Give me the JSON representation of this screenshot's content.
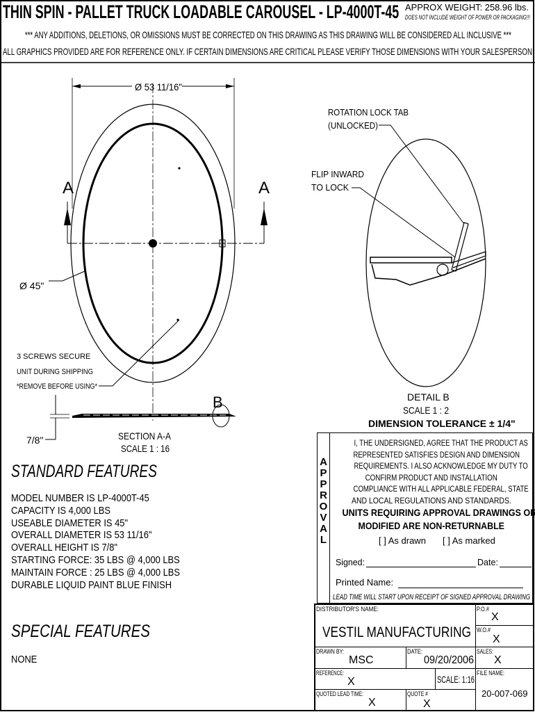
{
  "header": {
    "title": "THIN SPIN - PALLET TRUCK LOADABLE CAROUSEL - LP-4000T-45",
    "approx_weight": "APPROX WEIGHT: 258.96 lbs.",
    "weight_note": "DOES NOT INCLUDE WEIGHT OF POWER OR PACKAGING!!!",
    "notice_1": "*** ANY ADDITIONS, DELETIONS, OR OMISSIONS MUST BE CORRECTED ON THIS DRAWING AS THIS DRAWING WILL BE CONSIDERED ALL INCLUSIVE ***",
    "notice_2": "ALL GRAPHICS PROVIDED ARE FOR REFERENCE ONLY. IF CERTAIN DIMENSIONS ARE CRITICAL PLEASE VERIFY THOSE DIMENSIONS WITH YOUR SALESPERSON"
  },
  "drawing": {
    "overall_diameter": "Ø 53 11/16\"",
    "useable_diameter": "Ø 45\"",
    "section_marker": "A",
    "screws_note": [
      "3 SCREWS SECURE",
      "UNIT DURING SHIPPING",
      "*REMOVE BEFORE USING*"
    ],
    "height_dim": "7/8\"",
    "detail_marker": "B",
    "section_label": "SECTION A-A",
    "section_scale": "SCALE 1 : 16",
    "rotation_lock": [
      "ROTATION LOCK TAB",
      "(UNLOCKED)"
    ],
    "flip_inward": [
      "FLIP INWARD",
      "TO LOCK"
    ],
    "detail_label": "DETAIL B",
    "detail_scale": "SCALE 1 : 2",
    "tolerance": "DIMENSION TOLERANCE ± 1/4\""
  },
  "standard_features": {
    "heading": "STANDARD FEATURES",
    "items": [
      "MODEL NUMBER IS LP-4000T-45",
      "CAPACITY IS 4,000 LBS",
      "USEABLE DIAMETER IS 45\"",
      "OVERALL DIAMETER IS 53 11/16\"",
      "OVERALL HEIGHT IS 7/8\"",
      "STARTING FORCE: 35 LBS @ 4,000 LBS",
      "MAINTAIN FORCE : 25 LBS @ 4,000 LBS",
      "DURABLE LIQUID PAINT BLUE FINISH"
    ]
  },
  "special_features": {
    "heading": "SPECIAL FEATURES",
    "items": [
      "NONE"
    ]
  },
  "approval": {
    "letters": [
      "A",
      "P",
      "P",
      "R",
      "O",
      "V",
      "A",
      "L"
    ],
    "statement": [
      "I, THE UNDERSIGNED, AGREE THAT THE PRODUCT AS",
      "REPRESENTED SATISFIES DESIGN AND DIMENSION",
      "REQUIREMENTS.  I ALSO ACKNOWLEDGE MY DUTY TO",
      "CONFIRM PRODUCT AND INSTALLATION",
      "COMPLIANCE WITH ALL APPLICABLE FEDERAL, STATE",
      "AND LOCAL REGULATIONS AND STANDARDS."
    ],
    "warning": [
      "UNITS REQUIRING APPROVAL DRAWINGS OR",
      "MODIFIED ARE NON-RETURNABLE"
    ],
    "as_drawn": "[   ] As drawn",
    "as_marked": "[   ] As marked",
    "signed": "Signed:",
    "date": "Date:",
    "printed_name": "Printed Name:",
    "lead_time_note": "LEAD TIME WILL START UPON RECEIPT OF SIGNED APPROVAL DRAWING"
  },
  "title_block": {
    "distributor_label": "DISTRIBUTOR'S NAME:",
    "distributor": "VESTIL MANUFACTURING",
    "po_label": "P.O.#",
    "po": "X",
    "wo_label": "W.O.#",
    "wo": "X",
    "drawn_by_label": "DRAWN BY:",
    "drawn_by": "MSC",
    "date_label": "DATE:",
    "date": "09/20/2006",
    "sales_label": "SALES:",
    "sales": "X",
    "reference_label": "REFERENCE:",
    "reference": "X",
    "scale": "SCALE: 1:16",
    "file_name_label": "FILE NAME:",
    "file_name": "20-007-069",
    "quoted_lead_time_label": "QUOTED LEAD TIME:",
    "quoted_lead_time": "X",
    "quote_label": "QUOTE #",
    "quote": "X"
  }
}
